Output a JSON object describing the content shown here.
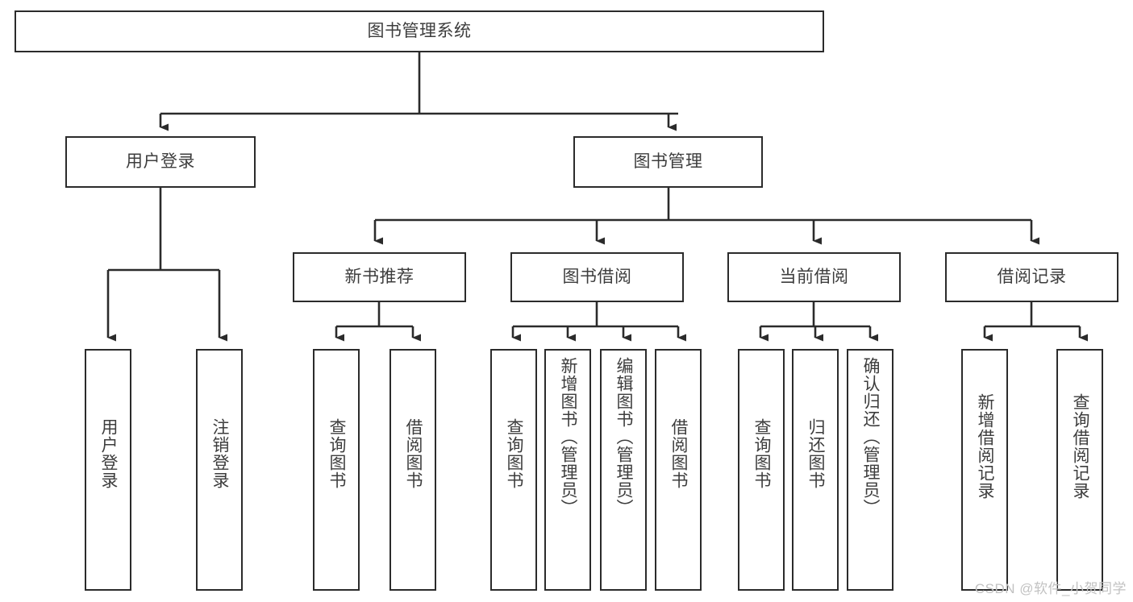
{
  "diagram": {
    "type": "tree-hierarchy",
    "title": "图书管理系统",
    "root": {
      "label": "图书管理系统"
    },
    "level2": [
      {
        "id": "user-login",
        "label": "用户登录"
      },
      {
        "id": "book-manage",
        "label": "图书管理"
      }
    ],
    "level3": [
      {
        "id": "new-book-rec",
        "label": "新书推荐"
      },
      {
        "id": "book-borrow",
        "label": "图书借阅"
      },
      {
        "id": "current-borrow",
        "label": "当前借阅"
      },
      {
        "id": "borrow-record",
        "label": "借阅记录"
      }
    ],
    "leaves": [
      {
        "id": "leaf-user-login",
        "label": "用户登录",
        "parent": "user-login"
      },
      {
        "id": "leaf-logout",
        "label": "注销登录",
        "parent": "user-login"
      },
      {
        "id": "leaf-query-book-1",
        "label": "查询图书",
        "parent": "new-book-rec"
      },
      {
        "id": "leaf-borrow-book-1",
        "label": "借阅图书",
        "parent": "new-book-rec"
      },
      {
        "id": "leaf-query-book-2",
        "label": "查询图书",
        "parent": "book-borrow"
      },
      {
        "id": "leaf-add-book",
        "label": "新增图书（管理员）",
        "parent": "book-borrow"
      },
      {
        "id": "leaf-edit-book",
        "label": "编辑图书（管理员）",
        "parent": "book-borrow"
      },
      {
        "id": "leaf-borrow-book-2",
        "label": "借阅图书",
        "parent": "book-borrow"
      },
      {
        "id": "leaf-query-book-3",
        "label": "查询图书",
        "parent": "current-borrow"
      },
      {
        "id": "leaf-return-book",
        "label": "归还图书",
        "parent": "current-borrow"
      },
      {
        "id": "leaf-confirm-return",
        "label": "确认归还（管理员）",
        "parent": "current-borrow"
      },
      {
        "id": "leaf-add-record",
        "label": "新增借阅记录",
        "parent": "borrow-record"
      },
      {
        "id": "leaf-query-record",
        "label": "查询借阅记录",
        "parent": "borrow-record"
      }
    ],
    "colors": {
      "stroke": "#2b2b2b",
      "text": "#3d3d3d",
      "background": "#ffffff",
      "watermark": "#c2c2c2"
    }
  },
  "watermark": {
    "text": "CSDN @软件_小贺同学"
  }
}
